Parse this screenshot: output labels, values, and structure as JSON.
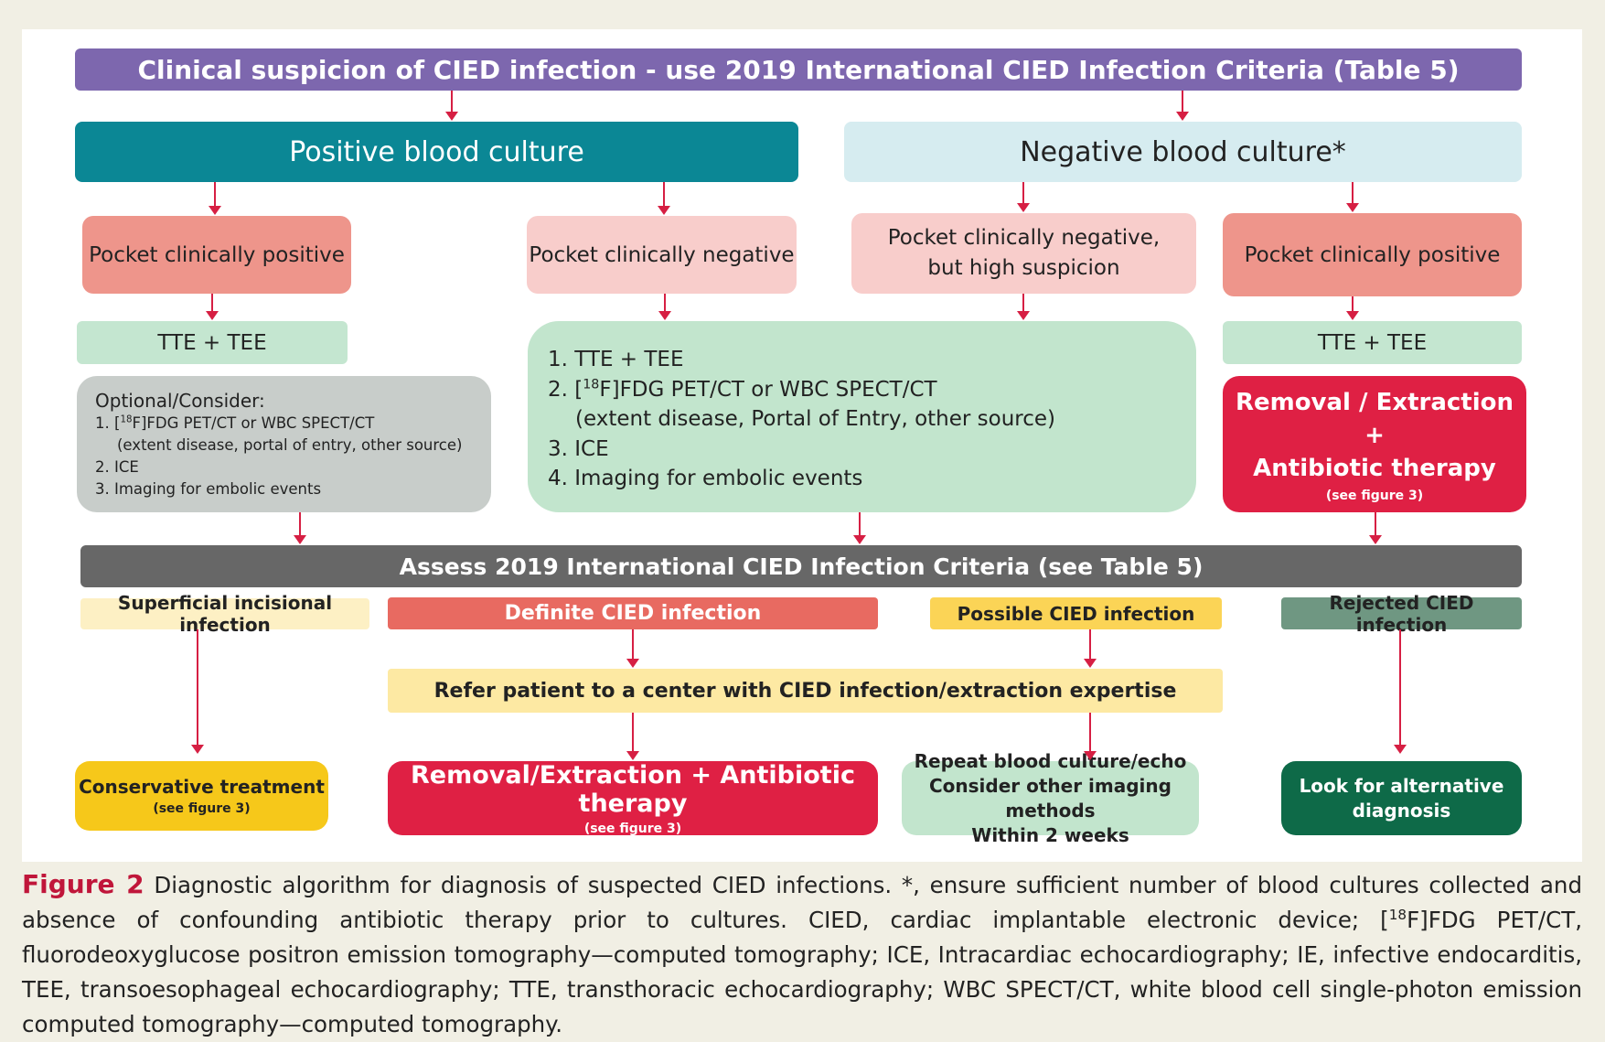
{
  "top_bar": "Clinical suspicion of CIED infection - use 2019 International CIED Infection Criteria (Table 5)",
  "positive_culture": "Positive blood culture",
  "negative_culture": "Negative blood culture*",
  "pocket_pos_left": "Pocket clinically positive",
  "pocket_neg": "Pocket clinically negative",
  "pocket_neg_high": [
    "Pocket clinically negative,",
    "but high suspicion"
  ],
  "pocket_pos_right": "Pocket clinically positive",
  "tte_left": "TTE + TEE",
  "tte_right": "TTE + TEE",
  "optional": {
    "title": "Optional/Consider:",
    "item1_pre": "1. [",
    "item1_sup": "18",
    "item1_post": "F]FDG PET/CT or WBC SPECT/CT",
    "item1_detail": "(extent disease, portal of entry, other source)",
    "item2": "2. ICE",
    "item3": "3. Imaging for embolic events"
  },
  "workup": {
    "item1": "1. TTE + TEE",
    "item2_pre": "2. [",
    "item2_sup": "18",
    "item2_post": "F]FDG PET/CT or WBC  SPECT/CT",
    "item2_detail": "(extent disease, Portal of  Entry, other  source)",
    "item3": "3. ICE",
    "item4": "4. Imaging for embolic events"
  },
  "removal_right": {
    "line1": "Removal / Extraction +",
    "line2": "Antibiotic therapy",
    "note": "(see figure 3)"
  },
  "assess": "Assess 2019 International CIED Infection Criteria (see Table 5)",
  "outcomes": {
    "superficial": "Superficial incisional infection",
    "definite": "Definite CIED infection",
    "possible": "Possible CIED infection",
    "rejected": "Rejected CIED infection"
  },
  "refer": "Refer patient to a center with CIED infection/extraction expertise",
  "finals": {
    "conservative": "Conservative treatment",
    "conservative_note": "(see figure 3)",
    "removal": "Removal/Extraction + Antibiotic therapy",
    "removal_note": "(see figure 3)",
    "repeat": [
      "Repeat blood culture/echo",
      "Consider other imaging methods",
      "Within 2 weeks"
    ],
    "look": [
      "Look for alternative",
      "diagnosis"
    ]
  },
  "caption": {
    "label": "Figure 2",
    "text_a": " Diagnostic algorithm for diagnosis of suspected CIED infections. *, ensure sufficient number of blood cultures collected and absence of confounding antibiotic therapy prior to cultures. CIED, cardiac implantable electronic device; [",
    "sup": "18",
    "text_b": "F]FDG PET/CT, fluorodeoxyglucose positron emission tomography—computed tomography; ICE, Intracardiac echocardiography; IE, infective endocarditis, TEE, transoesophageal echocardiography; TTE, transthoracic echocardiography; WBC SPECT/CT, white blood cell single-photon emission computed tomography—computed tomography."
  },
  "colors": {
    "arrow": "#d61f43",
    "purple": "#7d67ae",
    "teal": "#0b8795",
    "red": "#df2044"
  }
}
